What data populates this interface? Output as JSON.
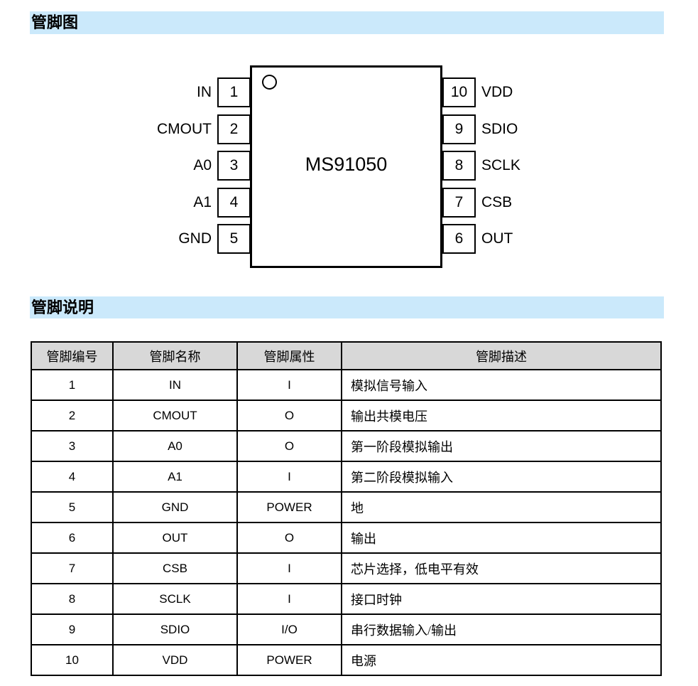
{
  "colors": {
    "section_bar_bg": "#cbe9fb",
    "table_header_bg": "#d8d8d8",
    "border": "#000000",
    "page_bg": "#ffffff"
  },
  "sections": {
    "pin_diagram_title": "管脚图",
    "pin_desc_title": "管脚说明"
  },
  "chip": {
    "name": "MS91050",
    "left_pins": [
      {
        "num": "1",
        "label": "IN"
      },
      {
        "num": "2",
        "label": "CMOUT"
      },
      {
        "num": "3",
        "label": "A0"
      },
      {
        "num": "4",
        "label": "A1"
      },
      {
        "num": "5",
        "label": "GND"
      }
    ],
    "right_pins": [
      {
        "num": "10",
        "label": "VDD"
      },
      {
        "num": "9",
        "label": "SDIO"
      },
      {
        "num": "8",
        "label": "SCLK"
      },
      {
        "num": "7",
        "label": "CSB"
      },
      {
        "num": "6",
        "label": "OUT"
      }
    ]
  },
  "table": {
    "headers": [
      "管脚编号",
      "管脚名称",
      "管脚属性",
      "管脚描述"
    ],
    "rows": [
      {
        "num": "1",
        "name": "IN",
        "attr": "I",
        "desc": "模拟信号输入"
      },
      {
        "num": "2",
        "name": "CMOUT",
        "attr": "O",
        "desc": "输出共模电压"
      },
      {
        "num": "3",
        "name": "A0",
        "attr": "O",
        "desc": "第一阶段模拟输出"
      },
      {
        "num": "4",
        "name": "A1",
        "attr": "I",
        "desc": "第二阶段模拟输入"
      },
      {
        "num": "5",
        "name": "GND",
        "attr": "POWER",
        "desc": "地"
      },
      {
        "num": "6",
        "name": "OUT",
        "attr": "O",
        "desc": "输出"
      },
      {
        "num": "7",
        "name": "CSB",
        "attr": "I",
        "desc": "芯片选择，低电平有效"
      },
      {
        "num": "8",
        "name": "SCLK",
        "attr": "I",
        "desc": "接口时钟"
      },
      {
        "num": "9",
        "name": "SDIO",
        "attr": "I/O",
        "desc": "串行数据输入/输出"
      },
      {
        "num": "10",
        "name": "VDD",
        "attr": "POWER",
        "desc": "电源"
      }
    ]
  }
}
